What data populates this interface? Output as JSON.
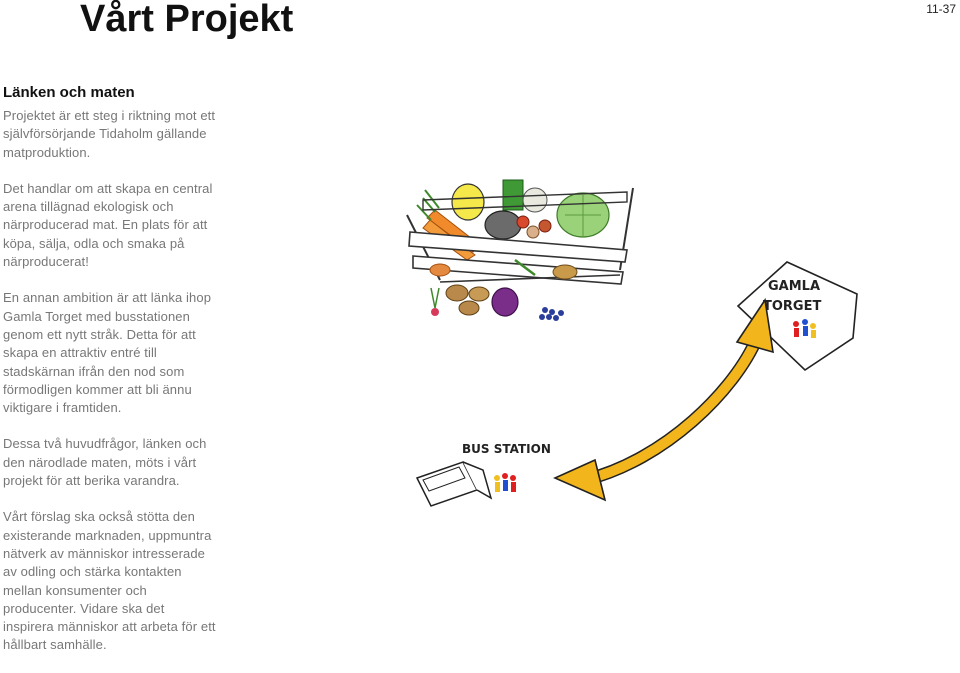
{
  "header": {
    "title": "Vårt Projekt",
    "page_number": "11-37"
  },
  "text": {
    "heading": "Länken och maten",
    "paragraphs": [
      "Projektet är ett steg i riktning mot ett självförsörjande Tidaholm gällande matproduktion.",
      "Det handlar om att skapa en central arena tillägnad ekologisk och närproducerad mat. En plats för att köpa, sälja, odla och smaka på närproducerat!",
      "En annan ambition är att länka ihop Gamla Torget med busstationen genom ett nytt stråk. Detta för att skapa en attraktiv entré till stadskärnan ifrån den nod som förmodligen kommer att bli ännu viktigare i framtiden.",
      "Dessa två huvudfrågor, länken och den närodlade maten, möts i vårt projekt för att berika varandra.",
      "Vårt förslag ska också stötta den existerande marknaden, uppmuntra nätverk av människor intresserade av odling och stärka kontakten mellan konsumenter och producenter. Vidare ska det inspirera människor att arbeta för ett hållbart samhälle."
    ]
  },
  "illustration": {
    "gamla_torget_label_1": "GAMLA",
    "gamla_torget_label_2": "TORGET",
    "bus_station_label": "BUS STATION",
    "arrow_color": "#f2b51c",
    "icons": [
      "vegetable-crate-icon",
      "gamla-torget-sign-icon",
      "bus-icon",
      "people-icon",
      "double-arrow-icon"
    ]
  }
}
